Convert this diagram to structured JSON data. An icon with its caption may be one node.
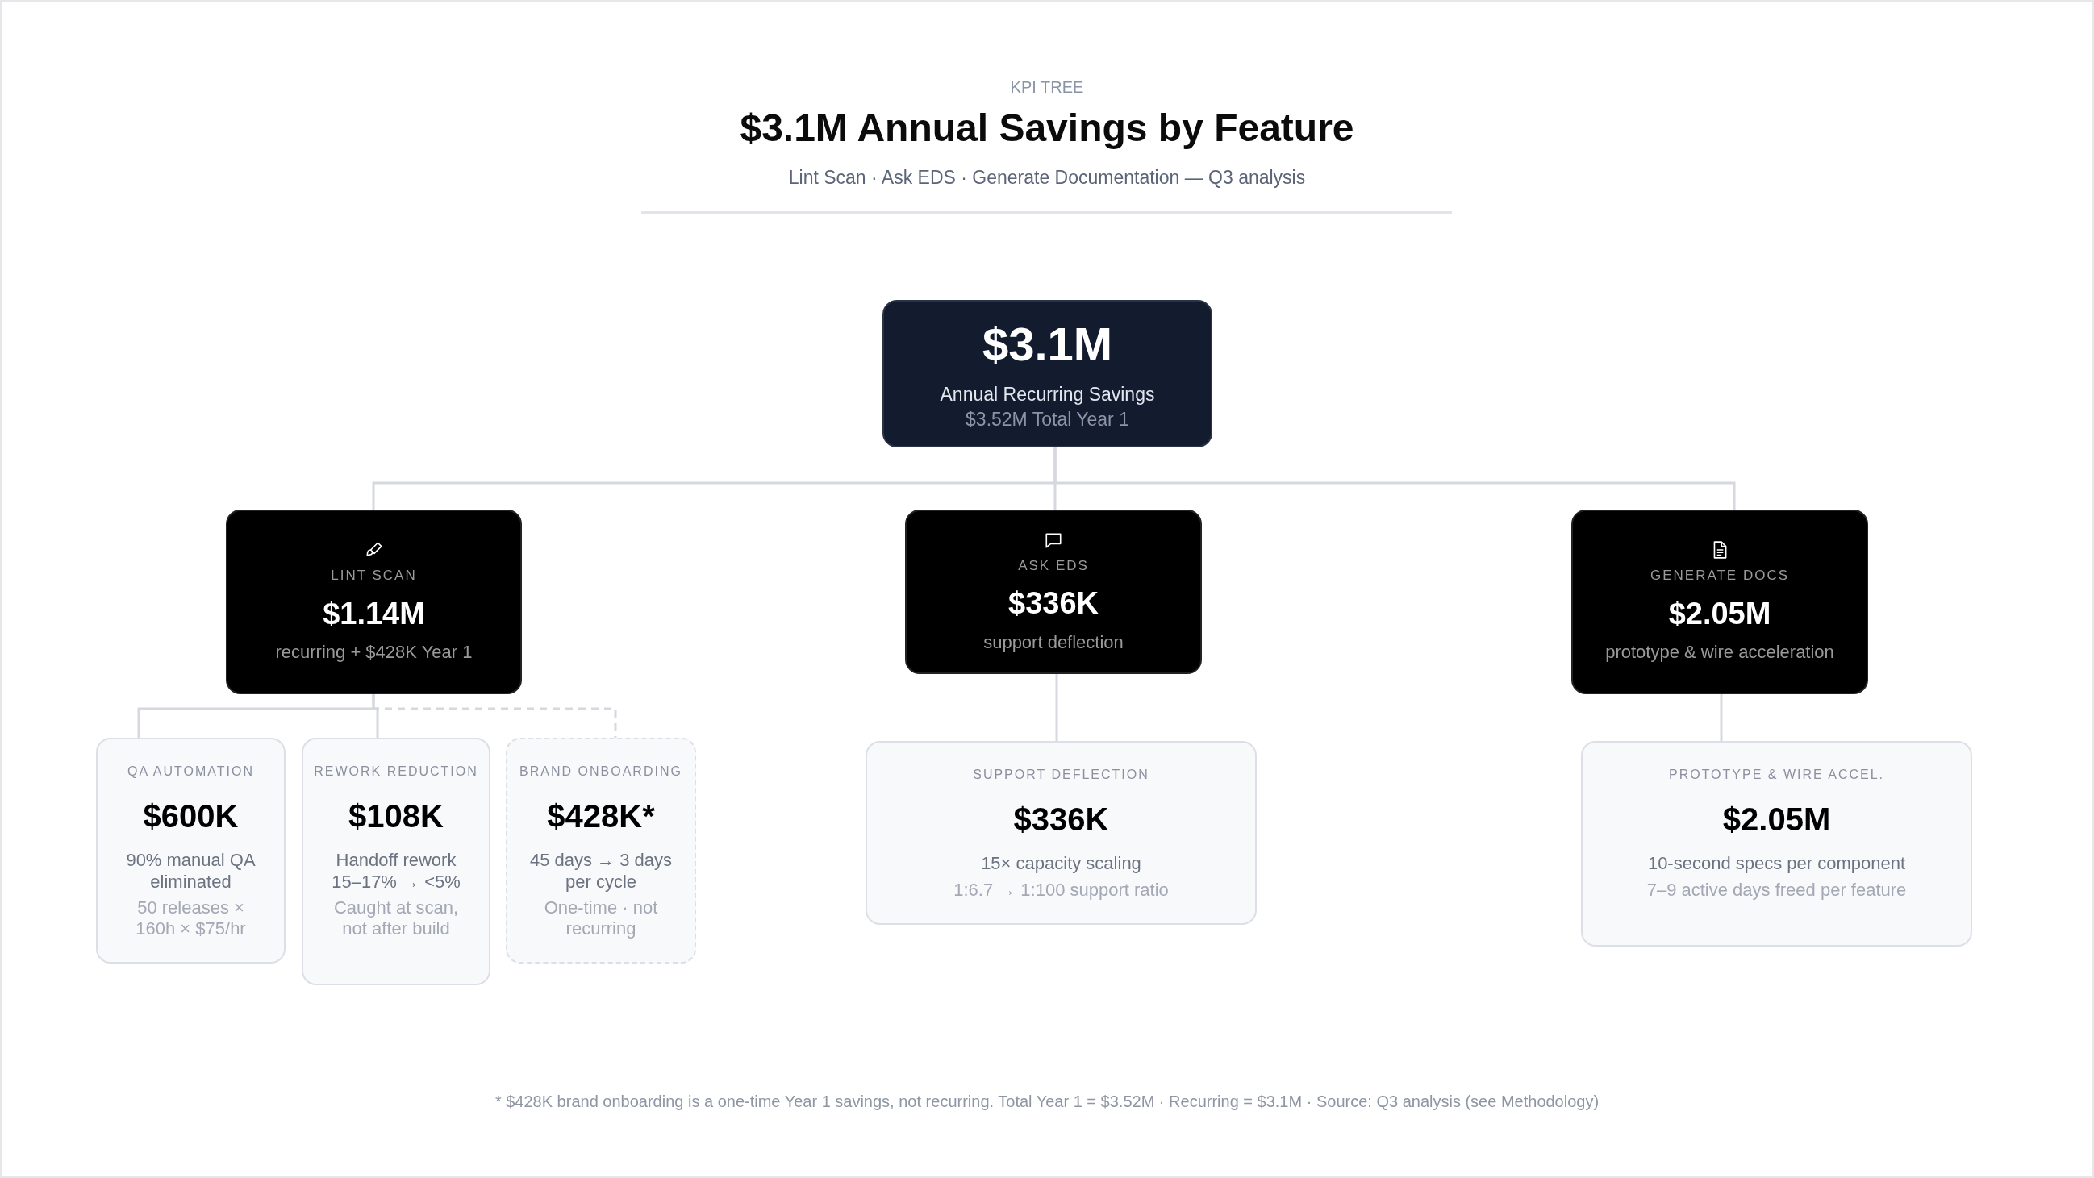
{
  "diagram": {
    "title": "$3.1M Annual Savings by Feature",
    "caption": "* $428K brand onboarding is a one-time Year 1 savings, not recurring. Total Year 1 = $3.52M · Recurring = $3.1M · Source: Q3 analysis (see Methodology)",
    "labels": [
      "KPI TREE",
      "Lint Scan · Ask EDS · Generate Documentation — Q3 analysis"
    ],
    "nodes": [
      {
        "text": [
          "$3.1M",
          "Annual Recurring Savings",
          "$3.52M Total Year 1"
        ]
      },
      {
        "text": [
          "LINT SCAN",
          "$1.14M",
          "recurring + $428K Year 1"
        ]
      },
      {
        "text": [
          "ASK EDS",
          "$336K",
          "support deflection"
        ]
      },
      {
        "text": [
          "GENERATE DOCS",
          "$2.05M",
          "prototype & wire acceleration"
        ]
      },
      {
        "text": [
          "QA AUTOMATION",
          "$600K",
          "90% manual QA eliminated",
          "50 releases × 160h × $75/hr"
        ]
      },
      {
        "text": [
          "REWORK REDUCTION",
          "$108K",
          "Handoff rework 15–17% → <5%",
          "Caught at scan, not after build"
        ]
      },
      {
        "text": [
          "BRAND ONBOARDING",
          "$428K*",
          "45 days → 3 days per cycle",
          "One-time · not recurring"
        ]
      },
      {
        "text": [
          "SUPPORT DEFLECTION",
          "$336K",
          "15× capacity scaling",
          "1:6.7 → 1:100 support ratio"
        ]
      },
      {
        "text": [
          "PROTOTYPE & WIRE ACCEL.",
          "$2.05M",
          "10-second specs per component",
          "7–9 active days freed per feature"
        ]
      }
    ],
    "edges": [
      {
        "from": 0,
        "to": 1,
        "arrow": "none"
      },
      {
        "from": 0,
        "to": 2,
        "arrow": "none"
      },
      {
        "from": 0,
        "to": 3,
        "arrow": "none"
      },
      {
        "from": 1,
        "to": 4,
        "arrow": "none"
      },
      {
        "from": 1,
        "to": 5,
        "arrow": "none"
      },
      {
        "from": 1,
        "to": 6,
        "arrow": "none",
        "style": "dashed"
      },
      {
        "from": 2,
        "to": 7,
        "arrow": "none"
      },
      {
        "from": 3,
        "to": 8,
        "arrow": "none"
      }
    ]
  }
}
